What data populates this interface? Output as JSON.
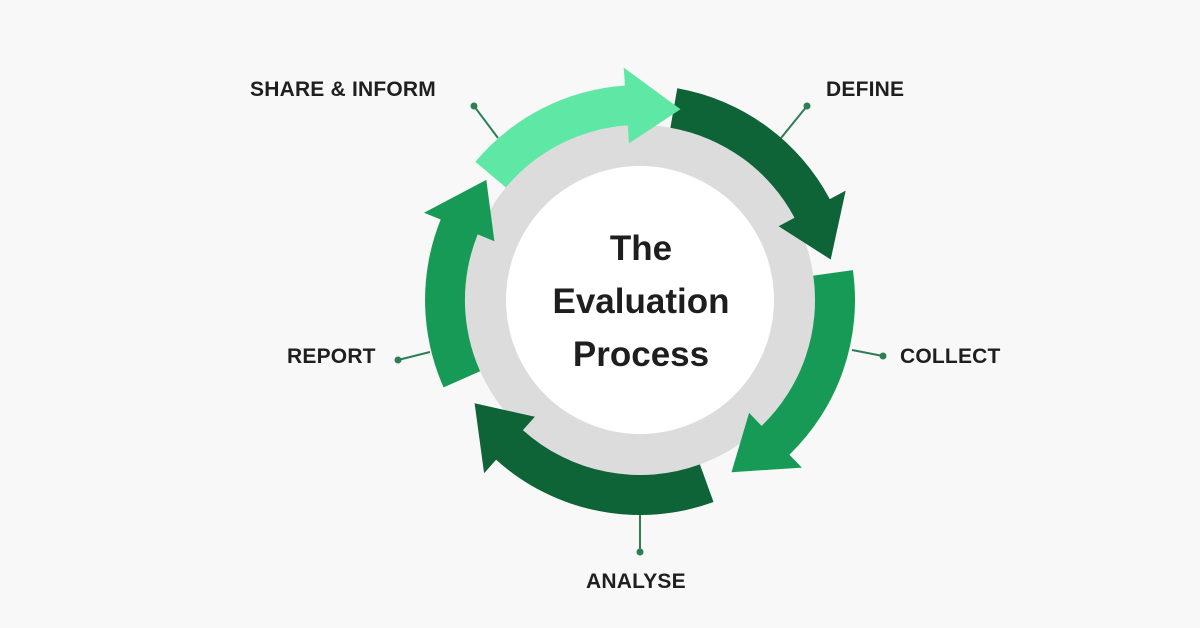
{
  "diagram": {
    "center_title": [
      "The",
      "Evaluation",
      "Process"
    ],
    "stages": [
      {
        "name": "DEFINE",
        "color": "#0e6337"
      },
      {
        "name": "COLLECT",
        "color": "#179a55"
      },
      {
        "name": "ANALYSE",
        "color": "#0e6337"
      },
      {
        "name": "REPORT",
        "color": "#179a55"
      },
      {
        "name": "SHARE & INFORM",
        "color": "#5fe8a5"
      }
    ]
  },
  "colors": {
    "background": "#f8f8f8",
    "inner_ring": "#dcdcdc",
    "center_disk": "#ffffff",
    "connector": "#2e7d55",
    "text": "#1f1f1f"
  }
}
